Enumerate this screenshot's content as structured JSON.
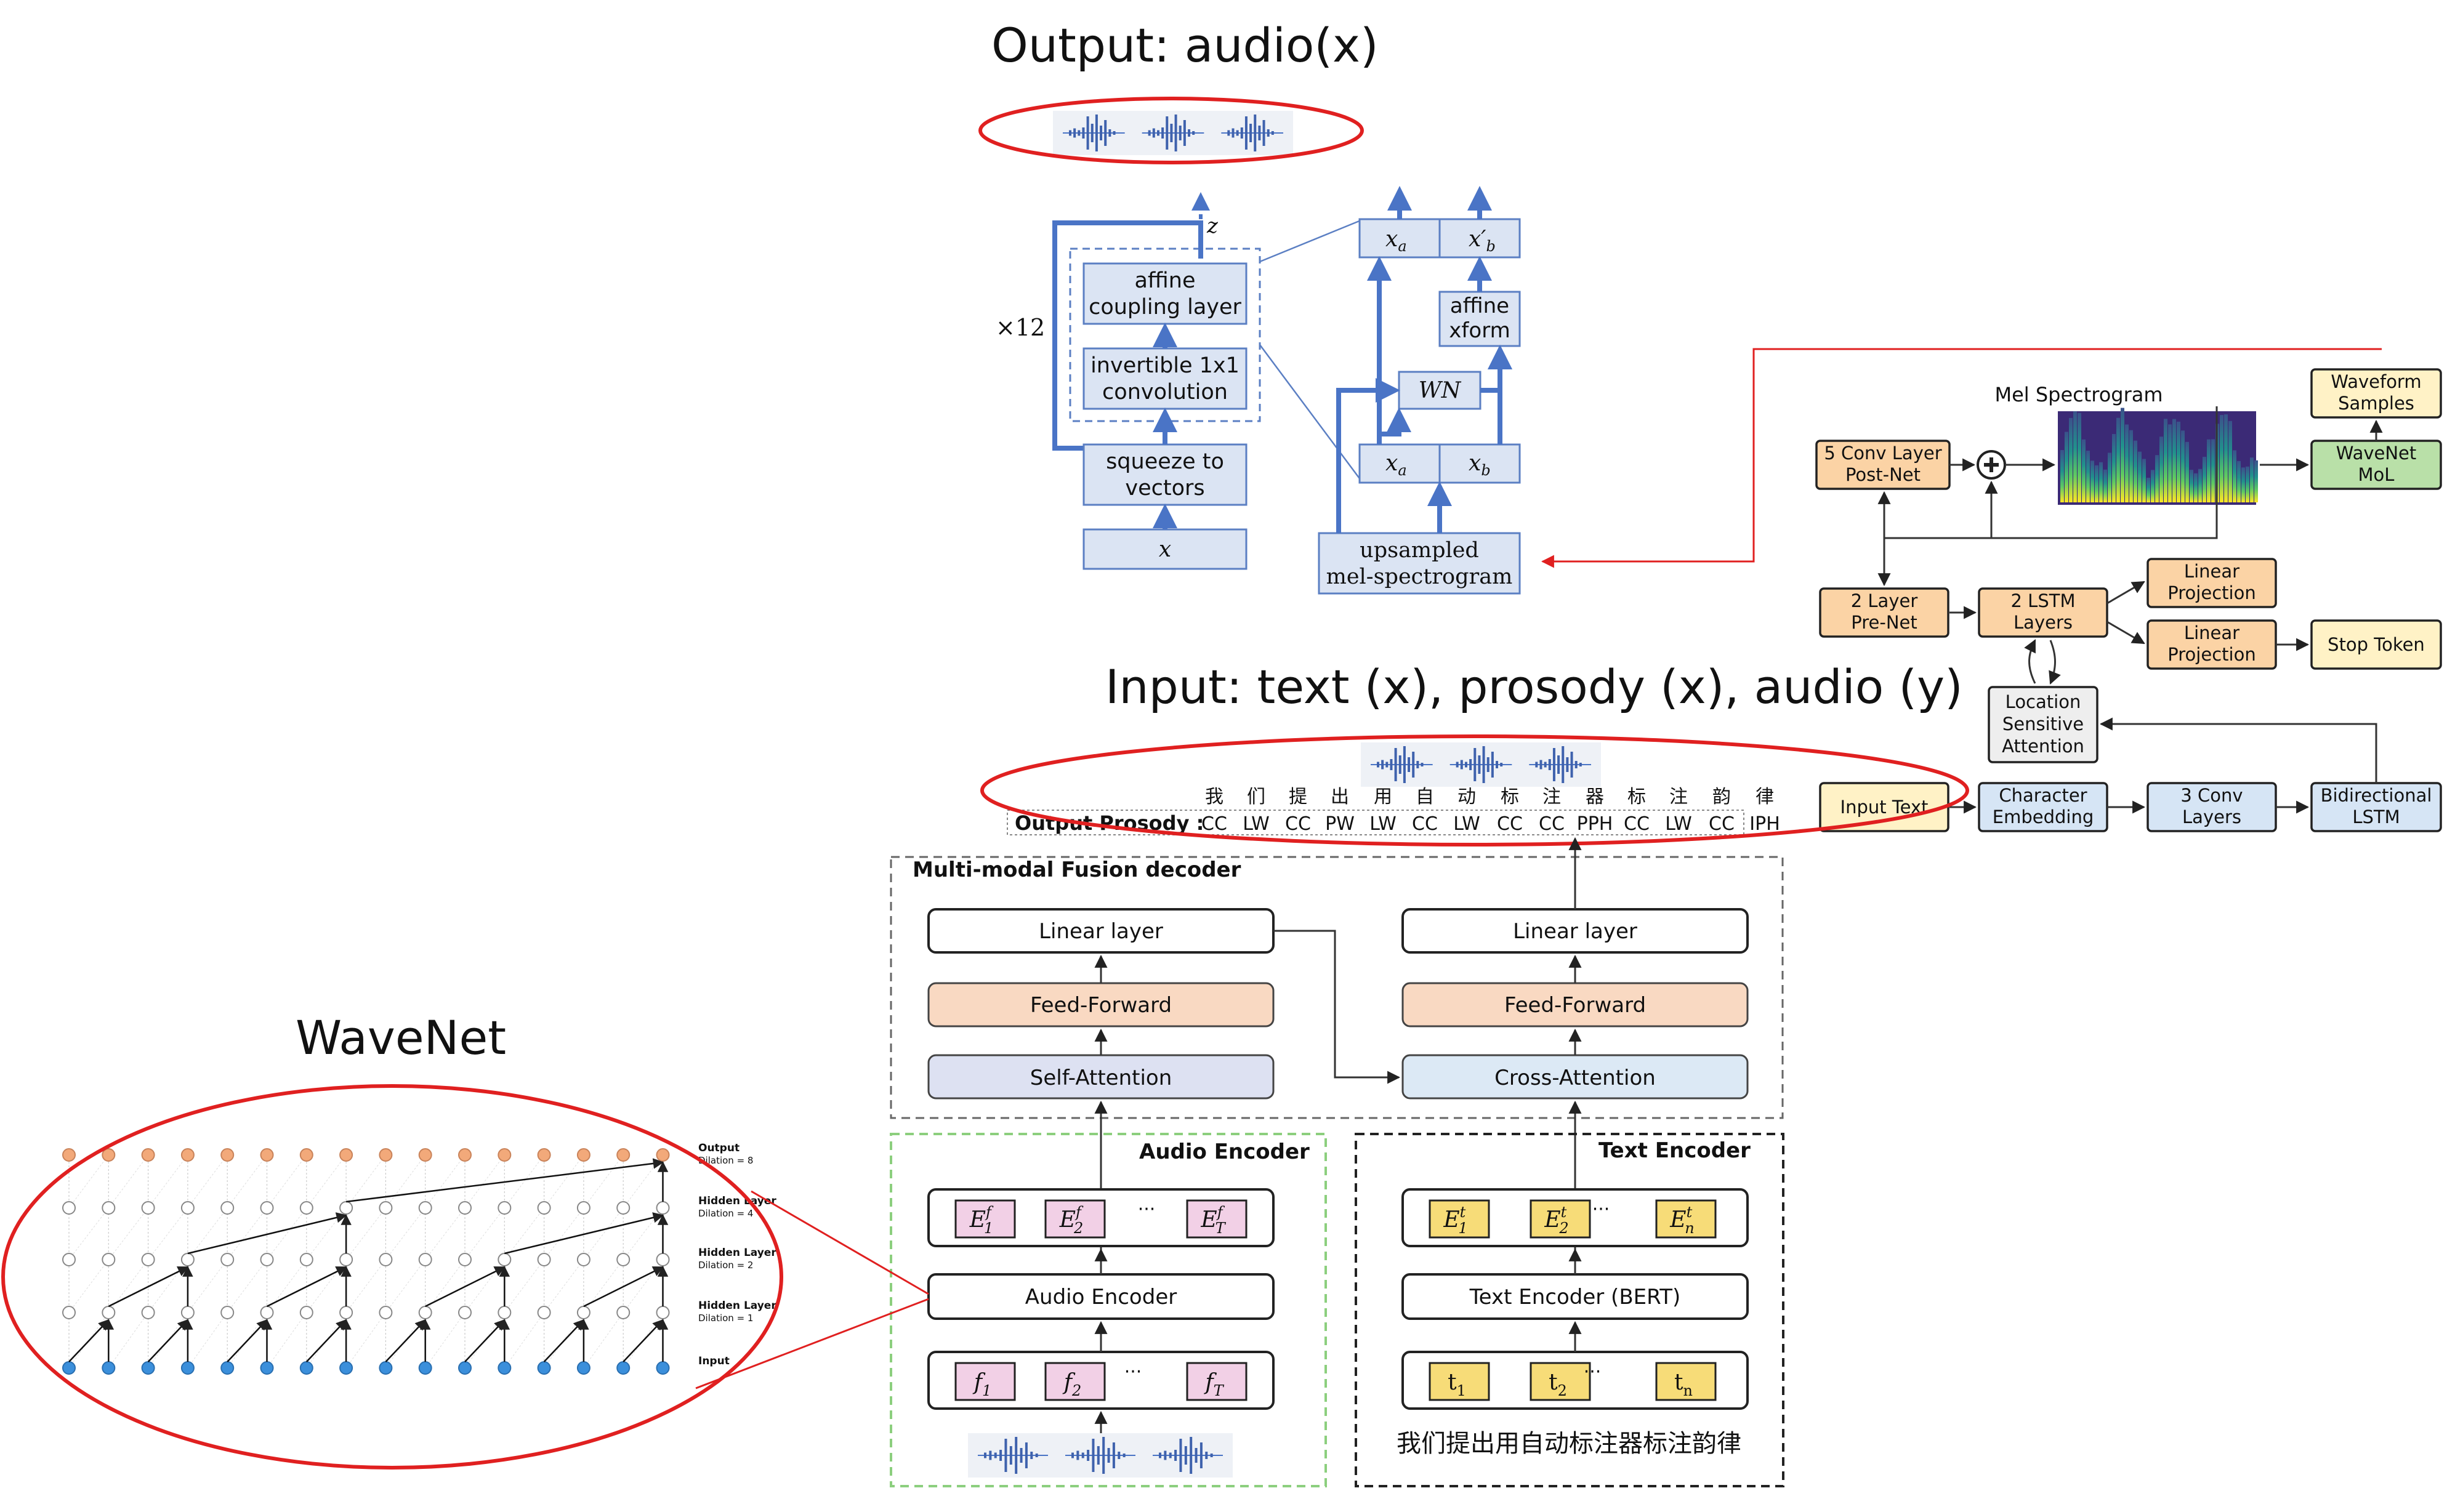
{
  "top": {
    "output_title": "Output: audio(x)",
    "input_title": "Input: text (x), prosody (x), audio (y)",
    "wavenet_title": "WaveNet"
  },
  "waveglow": {
    "times12": "×12",
    "z": "z",
    "affine_coupling": [
      "affine",
      "coupling layer"
    ],
    "invertible_conv": [
      "invertible 1x1",
      "convolution"
    ],
    "squeeze": [
      "squeeze to",
      "vectors"
    ],
    "x": "x",
    "xa": "x",
    "xa_sub": "a",
    "xb_prime": "x′",
    "xb_sub": "b",
    "affine_xform": [
      "affine",
      "xform"
    ],
    "wn": "WN",
    "xa2": "x",
    "xb2": "x",
    "upsampled": [
      "upsampled",
      "mel-spectrogram"
    ]
  },
  "tacotron": {
    "mel_title": "Mel Spectrogram",
    "waveform": [
      "Waveform",
      "Samples"
    ],
    "wavenet_mol": [
      "WaveNet",
      "MoL"
    ],
    "postnet": [
      "5 Conv Layer",
      "Post-Net"
    ],
    "prenet": [
      "2 Layer",
      "Pre-Net"
    ],
    "lstm": [
      "2 LSTM",
      "Layers"
    ],
    "linear1": [
      "Linear",
      "Projection"
    ],
    "linear2": [
      "Linear",
      "Projection"
    ],
    "stop_token": "Stop Token",
    "location": [
      "Location",
      "Sensitive",
      "Attention"
    ],
    "input_text": "Input Text",
    "char_emb": [
      "Character",
      "Embedding"
    ],
    "conv3": [
      "3 Conv",
      "Layers"
    ],
    "bilstm": [
      "Bidirectional",
      "LSTM"
    ]
  },
  "prosody": {
    "label": "Output Prosody :",
    "chars": [
      "我",
      "们",
      "提",
      "出",
      "用",
      "自",
      "动",
      "标",
      "注",
      "器",
      "标",
      "注",
      "韵",
      "律"
    ],
    "tags": [
      "CC",
      "LW",
      "CC",
      "PW",
      "LW",
      "CC",
      "LW",
      "CC",
      "CC",
      "PPH",
      "CC",
      "LW",
      "CC",
      "IPH"
    ]
  },
  "decoder": {
    "title": "Multi-modal Fusion decoder",
    "linear_left": "Linear layer",
    "ff_left": "Feed-Forward",
    "self_attn": "Self-Attention",
    "linear_right": "Linear layer",
    "ff_right": "Feed-Forward",
    "cross_attn": "Cross-Attention"
  },
  "audio_encoder": {
    "title": "Audio Encoder",
    "block": "Audio Encoder",
    "e_sup": "f",
    "emb": [
      "E",
      "E",
      "E"
    ],
    "emb_sub": [
      "1",
      "2",
      "T"
    ],
    "feat": [
      "f",
      "f",
      "f"
    ],
    "feat_sub": [
      "1",
      "2",
      "T"
    ],
    "dots": "···"
  },
  "text_encoder": {
    "title": "Text Encoder",
    "block": "Text Encoder (BERT)",
    "e_sup": "t",
    "emb": [
      "E",
      "E",
      "E"
    ],
    "emb_sub": [
      "1",
      "2",
      "n"
    ],
    "tok": [
      "t",
      "t",
      "t"
    ],
    "tok_sub": [
      "1",
      "2",
      "n"
    ],
    "dots": "···",
    "sentence": "我们提出用自动标注器标注韵律"
  },
  "wavenet": {
    "labels": [
      {
        "main": "Output",
        "sub": "Dilation = 8"
      },
      {
        "main": "Hidden Layer",
        "sub": "Dilation = 4"
      },
      {
        "main": "Hidden Layer",
        "sub": "Dilation = 2"
      },
      {
        "main": "Hidden Layer",
        "sub": "Dilation = 1"
      },
      {
        "main": "Input",
        "sub": ""
      }
    ]
  },
  "colors": {
    "flow_blue": "#4a74c6",
    "red_ellipse": "#e02020",
    "peach": "#f9d9c2",
    "lavender": "#dde1f2",
    "light_blue": "#dce9f5",
    "pink": "#f2d0e6",
    "yellow": "#f7dc78"
  }
}
